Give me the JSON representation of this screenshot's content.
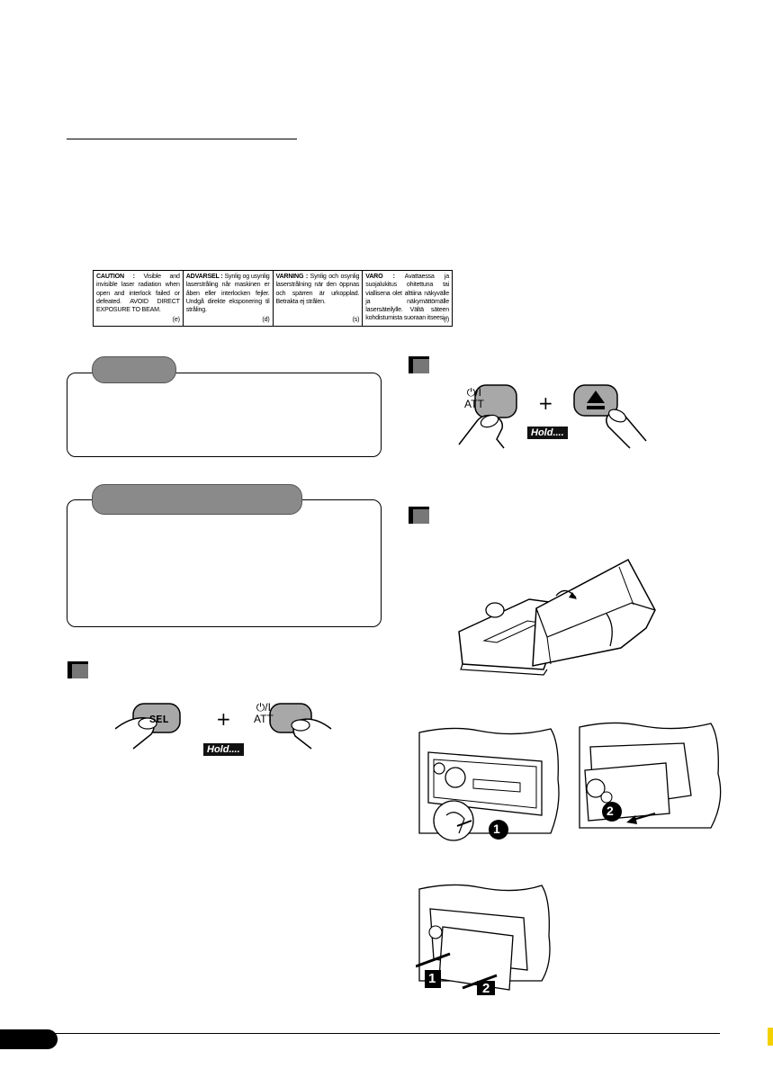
{
  "caution_label": {
    "cells": [
      {
        "heading": "CAUTION :",
        "text": "Visible and invisible laser radiation when open and interlock failed or defeated. AVOID DIRECT EXPOSURE TO BEAM.",
        "code": "(e)"
      },
      {
        "heading": "ADVARSEL :",
        "text": "Synlig og usynlig laserstråling når maskinen er åben eller interlocken fejler. Undgå direkte eksponering til stråling.",
        "code": "(d)"
      },
      {
        "heading": "VARNING :",
        "text": "Synlig och osynlig laserstrålning när den öppnas och spärren är urkopplad. Betrakta ej strålen.",
        "code": "(s)"
      },
      {
        "heading": "VARO :",
        "text": "Avattaessa ja suojalukitus ohitettuna tai viallisena olet alttiina näkyvälle ja näkymättömälle lasersäteilylle. Vältä säteen kohdistumista suoraan itseesi.",
        "code": "(f)"
      }
    ]
  },
  "diagrams": {
    "reset": {
      "btn1": "SEL",
      "btn2_line1": "⏻/I",
      "btn2_line2": "ATT",
      "plus": "+",
      "hold": "Hold...."
    },
    "eject": {
      "btn1_line1": "⏻/I",
      "btn1_line2": "ATT",
      "plus": "+",
      "hold": "Hold....",
      "eject_icon": "eject-icon"
    },
    "detach_steps": [
      "1",
      "2"
    ],
    "attach_steps": [
      "1",
      "2"
    ]
  },
  "colors": {
    "tab_gray": "#8a8a8a",
    "marker_gray": "#777777",
    "footer_accent": "#f3d000"
  }
}
